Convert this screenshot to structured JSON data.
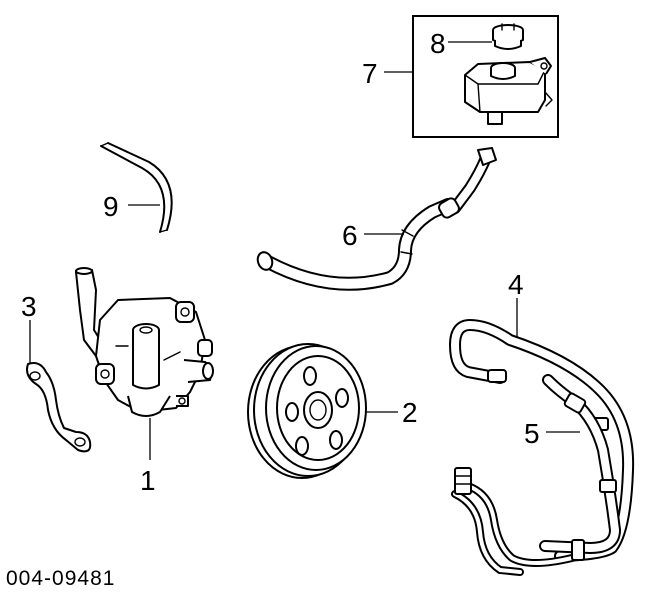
{
  "diagram": {
    "reference_number": "004-09481",
    "callouts": [
      {
        "id": "1",
        "label": "1"
      },
      {
        "id": "2",
        "label": "2"
      },
      {
        "id": "3",
        "label": "3"
      },
      {
        "id": "4",
        "label": "4"
      },
      {
        "id": "5",
        "label": "5"
      },
      {
        "id": "6",
        "label": "6"
      },
      {
        "id": "7",
        "label": "7"
      },
      {
        "id": "8",
        "label": "8"
      },
      {
        "id": "9",
        "label": "9"
      }
    ]
  }
}
